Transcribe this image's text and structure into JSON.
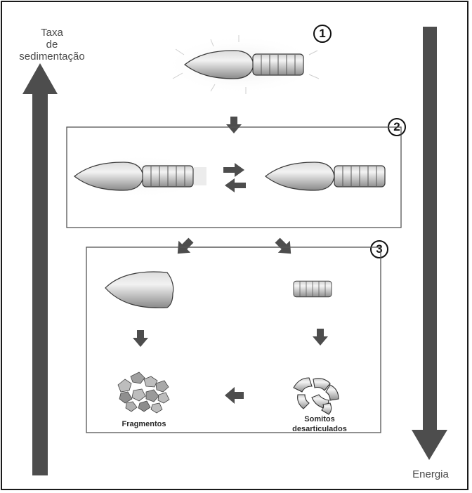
{
  "axis_left_label": [
    "Taxa",
    "de",
    "sedimentação"
  ],
  "axis_right_label": "Energia",
  "stages": [
    "1",
    "2",
    "3"
  ],
  "captions": {
    "fragments": "Fragmentos",
    "somites": [
      "Somitos",
      "desarticulados"
    ]
  },
  "colors": {
    "arrow": "#4d4d4d",
    "box_border": "#555555",
    "shell_light": "#e6e6e6",
    "shell_dark": "#8c8c8c"
  }
}
